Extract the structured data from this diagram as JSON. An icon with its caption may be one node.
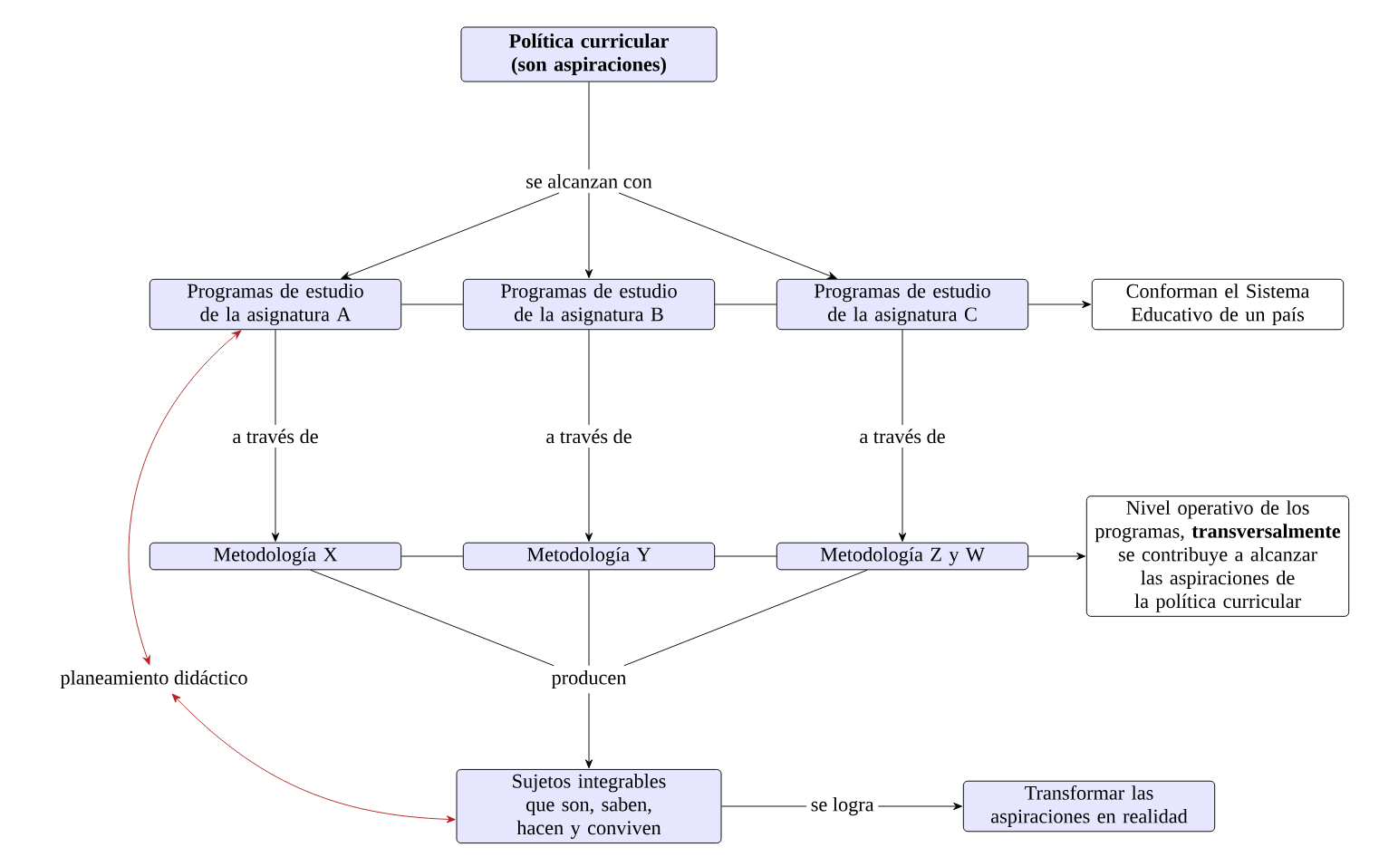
{
  "diagram": {
    "nodes": [
      {
        "text": [
          "Política curricular (son aspiraciones)"
        ]
      },
      {
        "text": [
          "se alcanzan con"
        ]
      },
      {
        "text": [
          "Programas de estudio de la asignatura A"
        ]
      },
      {
        "text": [
          "Programas de estudio de la asignatura B"
        ]
      },
      {
        "text": [
          "Programas de estudio de la asignatura C"
        ]
      },
      {
        "text": [
          "Conforman el Sistema Educativo de un país"
        ]
      },
      {
        "text": [
          "Metodología X"
        ]
      },
      {
        "text": [
          "Metodología Y"
        ]
      },
      {
        "text": [
          "Metodología Z y W"
        ]
      },
      {
        "text": [
          "Nivel operativo de los programas, **transversalmente** se contribuye a alcanzar las aspiraciones de la política curricular"
        ]
      },
      {
        "text": [
          "planeamiento didáctico"
        ]
      },
      {
        "text": [
          "producen"
        ]
      },
      {
        "text": [
          "Sujetos integrables que son, saben, hacen y conviven"
        ]
      },
      {
        "text": [
          "Transformar las aspiraciones en realidad"
        ]
      }
    ],
    "edges": [
      {
        "from": 0,
        "to": 1,
        "arrow": "none"
      },
      {
        "from": 1,
        "to": 2,
        "arrow": "to"
      },
      {
        "from": 1,
        "to": 3,
        "arrow": "to"
      },
      {
        "from": 1,
        "to": 4,
        "arrow": "to"
      },
      {
        "from": 2,
        "to": 3,
        "arrow": "none"
      },
      {
        "from": 3,
        "to": 4,
        "arrow": "none"
      },
      {
        "from": 4,
        "to": 5,
        "arrow": "to"
      },
      {
        "from": 2,
        "to": 6,
        "arrow": "to",
        "label": "a través de"
      },
      {
        "from": 3,
        "to": 7,
        "arrow": "to",
        "label": "a través de"
      },
      {
        "from": 4,
        "to": 8,
        "arrow": "to",
        "label": "a través de"
      },
      {
        "from": 6,
        "to": 7,
        "arrow": "none"
      },
      {
        "from": 7,
        "to": 8,
        "arrow": "none"
      },
      {
        "from": 8,
        "to": 9,
        "arrow": "to"
      },
      {
        "from": 6,
        "to": 11,
        "arrow": "none"
      },
      {
        "from": 7,
        "to": 11,
        "arrow": "none"
      },
      {
        "from": 8,
        "to": 11,
        "arrow": "none"
      },
      {
        "from": 11,
        "to": 12,
        "arrow": "to"
      },
      {
        "from": 12,
        "to": 13,
        "arrow": "to",
        "label": "se logra"
      },
      {
        "from": 10,
        "to": 2,
        "arrow": "both",
        "color": "#b22222"
      },
      {
        "from": 10,
        "to": 12,
        "arrow": "both",
        "color": "#b22222"
      }
    ]
  }
}
